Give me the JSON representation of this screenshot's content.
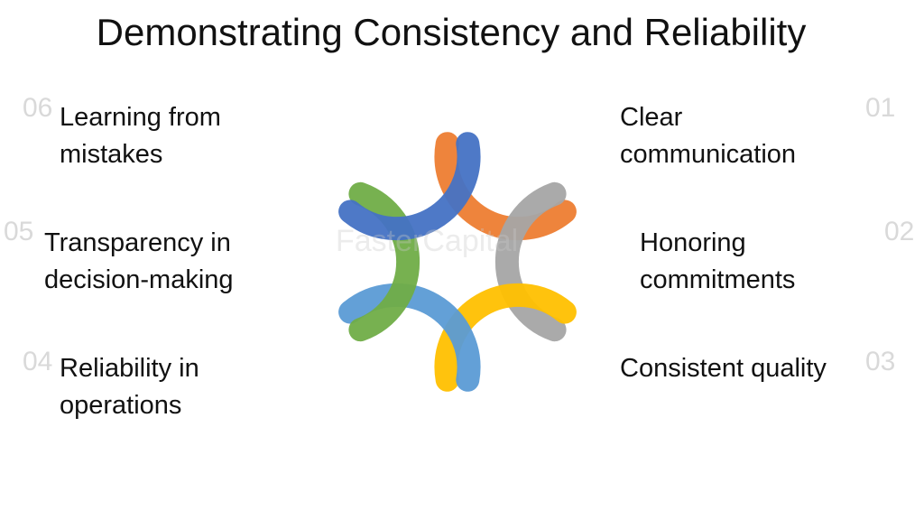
{
  "title": "Demonstrating Consistency and Reliability",
  "watermark": "FasterCapital",
  "items": [
    {
      "number": "01",
      "line1": "Clear",
      "line2": "communication",
      "color": "#ED7D31"
    },
    {
      "number": "02",
      "line1": "Honoring",
      "line2": "commitments",
      "color": "#A5A5A5"
    },
    {
      "number": "03",
      "line1": "Consistent quality",
      "line2": "",
      "color": "#FFC000"
    },
    {
      "number": "04",
      "line1": "Reliability in",
      "line2": "operations",
      "color": "#5B9BD5"
    },
    {
      "number": "05",
      "line1": "Transparency in",
      "line2": "decision-making",
      "color": "#70AD47"
    },
    {
      "number": "06",
      "line1": "Learning from",
      "line2": "mistakes",
      "color": "#4472C4"
    }
  ]
}
